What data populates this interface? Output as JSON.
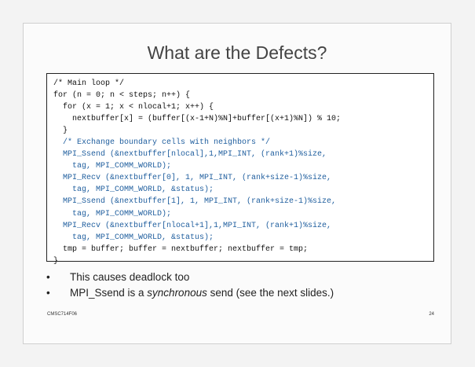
{
  "slide": {
    "title": "What are the Defects?",
    "code_lines": [
      {
        "text": "/* Main loop */",
        "color": "black"
      },
      {
        "text": "for (n = 0; n < steps; n++) {",
        "color": "black"
      },
      {
        "text": "  for (x = 1; x < nlocal+1; x++) {",
        "color": "black"
      },
      {
        "text": "    nextbuffer[x] = (buffer[(x-1+N)%N]+buffer[(x+1)%N]) % 10;",
        "color": "black"
      },
      {
        "text": "  }",
        "color": "black"
      },
      {
        "text": "  /* Exchange boundary cells with neighbors */",
        "color": "blue"
      },
      {
        "text": "  MPI_Ssend (&nextbuffer[nlocal],1,MPI_INT, (rank+1)%size,",
        "color": "blue"
      },
      {
        "text": "    tag, MPI_COMM_WORLD);",
        "color": "blue"
      },
      {
        "text": "  MPI_Recv (&nextbuffer[0], 1, MPI_INT, (rank+size-1)%size,",
        "color": "blue"
      },
      {
        "text": "    tag, MPI_COMM_WORLD, &status);",
        "color": "blue"
      },
      {
        "text": "  MPI_Ssend (&nextbuffer[1], 1, MPI_INT, (rank+size-1)%size,",
        "color": "blue"
      },
      {
        "text": "    tag, MPI_COMM_WORLD);",
        "color": "blue"
      },
      {
        "text": "  MPI_Recv (&nextbuffer[nlocal+1],1,MPI_INT, (rank+1)%size,",
        "color": "blue"
      },
      {
        "text": "    tag, MPI_COMM_WORLD, &status);",
        "color": "blue"
      },
      {
        "text": "  tmp = buffer; buffer = nextbuffer; nextbuffer = tmp;",
        "color": "black"
      },
      {
        "text": "}",
        "color": "black"
      }
    ],
    "bullets": [
      {
        "marker": "•",
        "parts": [
          {
            "text": "This causes deadlock too",
            "italic": false
          }
        ]
      },
      {
        "marker": "•",
        "parts": [
          {
            "text": "MPI_Ssend is a ",
            "italic": false
          },
          {
            "text": "synchronous",
            "italic": true
          },
          {
            "text": " send (see the next slides.)",
            "italic": false
          }
        ]
      }
    ],
    "footer_left": "CMSC714F06",
    "footer_right": "24",
    "colors": {
      "code_black": "#111111",
      "code_blue": "#1f5e9e",
      "title": "#444444"
    }
  }
}
